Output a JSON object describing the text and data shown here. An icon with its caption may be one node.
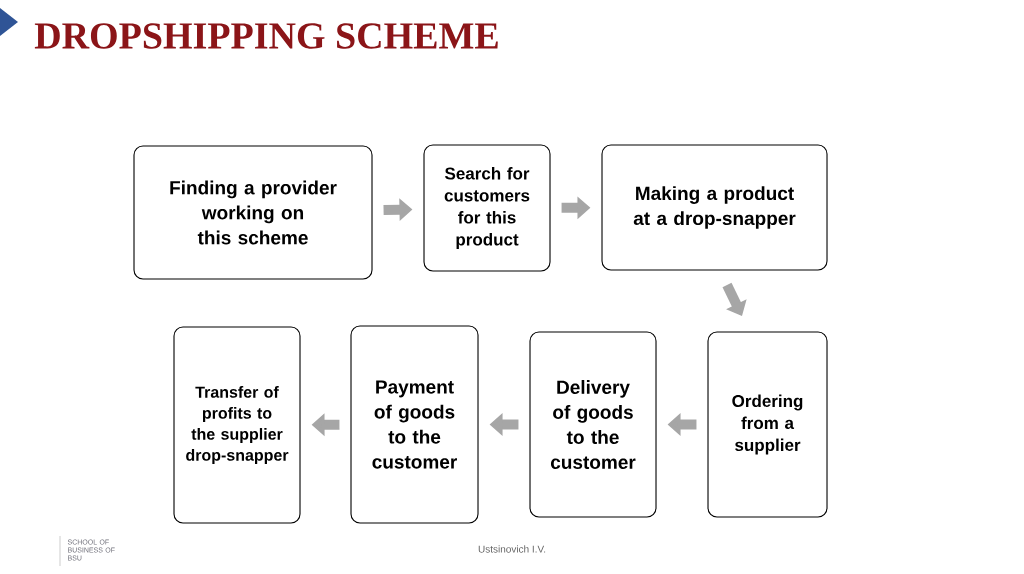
{
  "diagram": {
    "title": "DROPSHIPPING SCHEME",
    "nodes": [
      {
        "text": [
          "Finding a provider working on this scheme"
        ]
      },
      {
        "text": [
          "Search for customers for this product"
        ]
      },
      {
        "text": [
          "Making a product at a drop-snapper"
        ]
      },
      {
        "text": [
          "Ordering from a supplier"
        ]
      },
      {
        "text": [
          "Delivery of goods to the customer"
        ]
      },
      {
        "text": [
          "Payment of goods to the customer"
        ]
      },
      {
        "text": [
          "Transfer of profits to the supplier drop-snapper"
        ]
      }
    ],
    "edges": [
      {
        "from": 0,
        "to": 1,
        "arrow": "to"
      },
      {
        "from": 1,
        "to": 2,
        "arrow": "to"
      },
      {
        "from": 2,
        "to": 3,
        "arrow": "to"
      },
      {
        "from": 3,
        "to": 4,
        "arrow": "to"
      },
      {
        "from": 4,
        "to": 5,
        "arrow": "to"
      },
      {
        "from": 5,
        "to": 6,
        "arrow": "to"
      }
    ],
    "labels": [
      "SCHOOL OF BUSINESS OF BSU",
      "Ustsinovich I.V."
    ]
  }
}
